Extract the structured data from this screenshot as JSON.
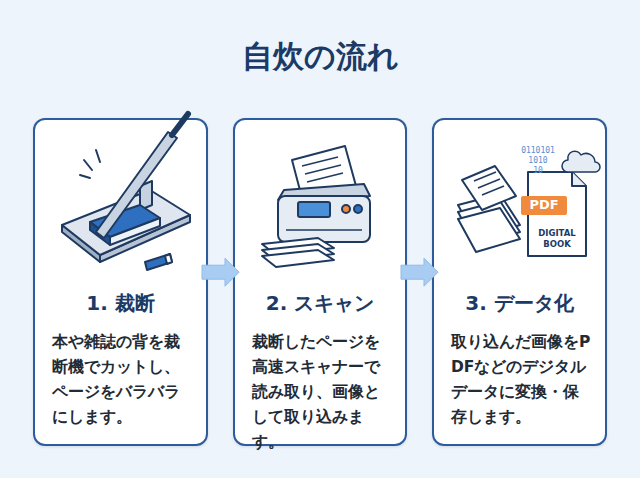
{
  "diagram": {
    "title": "自炊の流れ",
    "nodes": [
      {
        "text": [
          "1. 裁断",
          "本や雑誌の背を裁断機でカットし、ページをバラバラにします。"
        ]
      },
      {
        "text": [
          "2. スキャン",
          "裁断したページを高速スキャナーで読み取り、画像として取り込みます。"
        ]
      },
      {
        "text": [
          "3. データ化",
          "取り込んだ画像をPDFなどのデジタルデータに変換・保存します。"
        ]
      }
    ],
    "edges": [
      {
        "from": 0,
        "to": 1,
        "arrow": "to"
      },
      {
        "from": 1,
        "to": 2,
        "arrow": "to"
      }
    ],
    "labels": [
      "0110101",
      "1010",
      "10",
      "PDF",
      "DIGITAL BOOK"
    ]
  }
}
